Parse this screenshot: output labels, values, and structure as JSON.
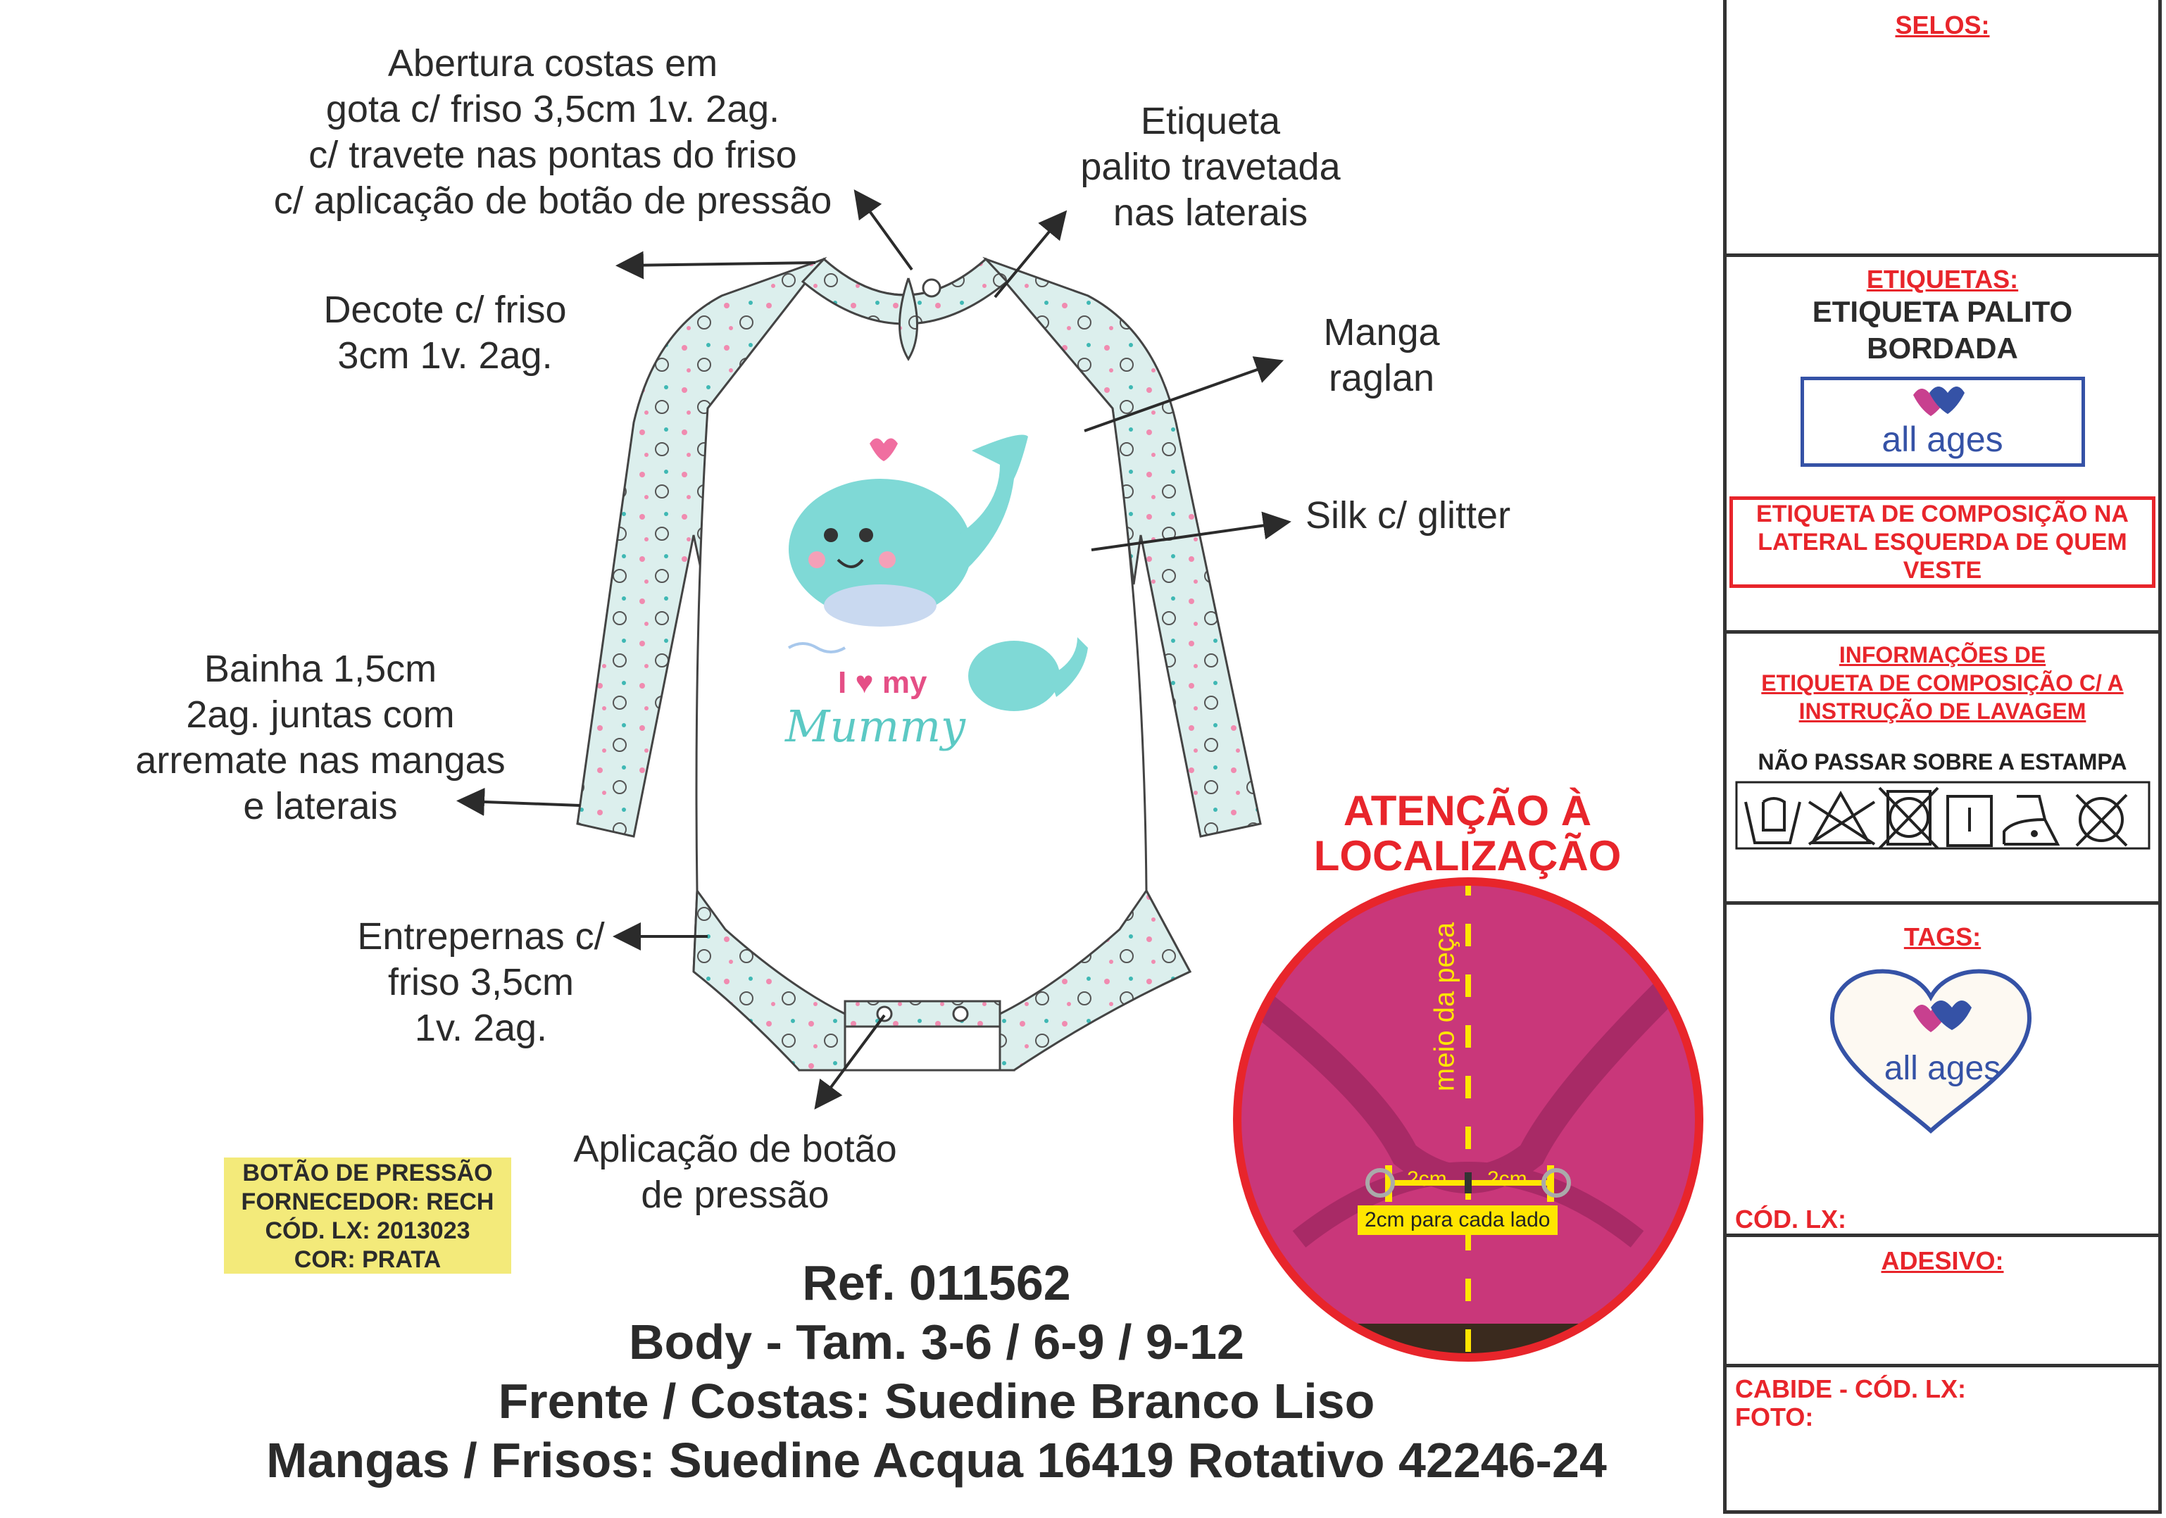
{
  "annotations": {
    "abertura": [
      "Abertura costas em",
      "gota c/ friso 3,5cm 1v. 2ag.",
      "c/ travete nas pontas do friso",
      "c/ aplicação de botão de pressão"
    ],
    "etiqueta": [
      "Etiqueta",
      "palito travetada",
      "nas laterais"
    ],
    "decote": [
      "Decote c/ friso",
      "3cm 1v. 2ag."
    ],
    "manga": [
      "Manga",
      "raglan"
    ],
    "silk": [
      "Silk c/ glitter"
    ],
    "bainha": [
      "Bainha 1,5cm",
      "2ag. juntas com",
      "arremate nas mangas",
      "e laterais"
    ],
    "entrepernas": [
      "Entrepernas c/",
      "friso 3,5cm",
      "1v. 2ag."
    ],
    "aplicacao": [
      "Aplicação de botão",
      "de pressão"
    ]
  },
  "print": {
    "line1": "I",
    "my": "my",
    "line2": "Mummy"
  },
  "button_info": [
    "BOTÃO DE PRESSÃO",
    "FORNECEDOR: RECH",
    "CÓD. LX: 2013023",
    "COR: PRATA"
  ],
  "product": {
    "ref": "Ref. 011562",
    "name": "Body - Tam. 3-6 / 6-9 / 9-12",
    "front_back": "Frente / Costas: Suedine Branco Liso",
    "sleeves": "Mangas / Frisos: Suedine Acqua 16419 Rotativo 42246-24"
  },
  "attention": {
    "title": [
      "ATENÇÃO À",
      "LOCALIZAÇÃO"
    ],
    "center_label": "meio da peça",
    "left_measure": "2cm",
    "right_measure": "2cm",
    "note": "2cm para cada lado"
  },
  "panel": {
    "selos": "SELOS:",
    "etiquetas": "ETIQUETAS:",
    "etiqueta_palito": [
      "ETIQUETA PALITO",
      "BORDADA"
    ],
    "brand": "all ages",
    "composicao": [
      "ETIQUETA DE COMPOSIÇÃO NA",
      "LATERAL ESQUERDA DE QUEM",
      "VESTE"
    ],
    "informacoes": [
      "INFORMAÇÕES DE",
      "ETIQUETA DE COMPOSIÇÃO C/ A",
      "INSTRUÇÃO DE LAVAGEM"
    ],
    "nao_passar": "NÃO PASSAR SOBRE A ESTAMPA",
    "care_icons": [
      "hand-wash-icon",
      "do-not-bleach-icon",
      "do-not-tumble-dry-icon",
      "line-dry-icon",
      "iron-low-icon",
      "do-not-dry-clean-icon"
    ],
    "tags": "TAGS:",
    "cod_lx": "CÓD. LX:",
    "adesivo": "ADESIVO:",
    "cabide": "CABIDE - CÓD. LX:",
    "foto": "FOTO:"
  },
  "colors": {
    "red": "#e8252b",
    "aqua": "#7fd9d6",
    "sleeve": "#dcefed",
    "brand_blue": "#3552a6",
    "brand_pink": "#c8408f",
    "yellow": "#f3ea7a",
    "fabric": "#c9377a"
  }
}
